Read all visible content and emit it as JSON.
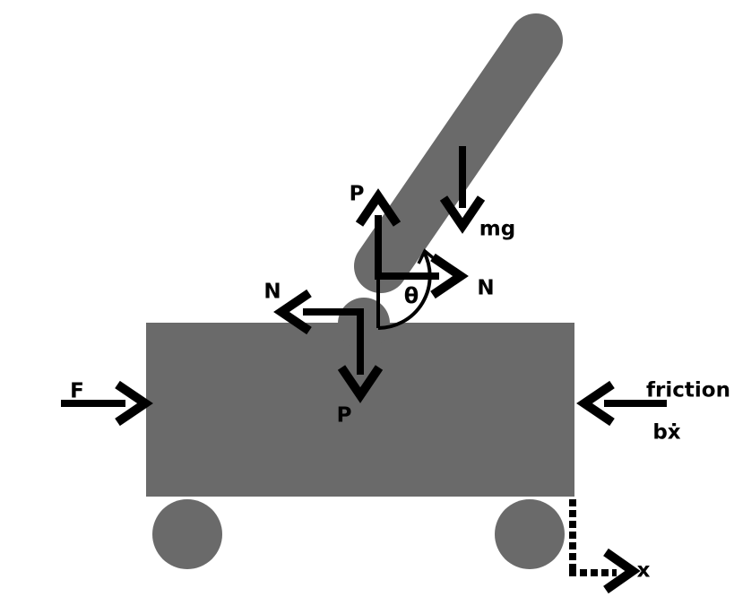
{
  "scene": {
    "background": "#ffffff",
    "body_color": "#6a6a6a",
    "ink_color": "#000000"
  },
  "labels": {
    "pendulum_reaction_up": "P",
    "pendulum_weight": "mg",
    "pendulum_normal_right": "N",
    "angle": "θ",
    "cart_normal_left": "N",
    "cart_reaction_down": "P",
    "applied_force": "F",
    "friction_word": "friction",
    "friction_term": "bẋ",
    "x_axis": "x"
  }
}
